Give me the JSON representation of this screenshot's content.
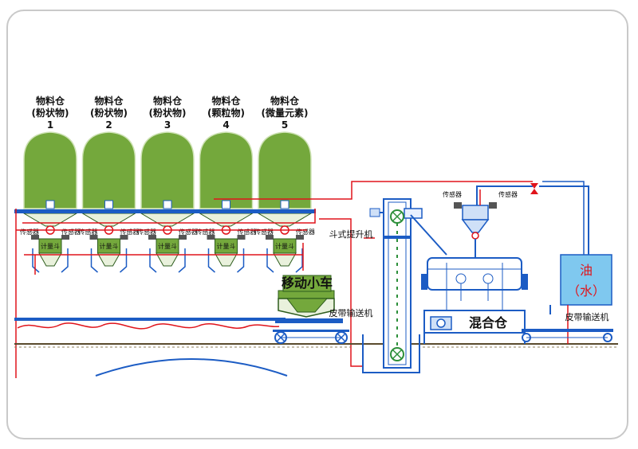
{
  "silos": [
    {
      "name": "物料仓",
      "type": "(粉状物)",
      "num": "1",
      "scale": "计量斗"
    },
    {
      "name": "物料仓",
      "type": "(粉状物)",
      "num": "2",
      "scale": "计量斗"
    },
    {
      "name": "物料仓",
      "type": "(粉状物)",
      "num": "3",
      "scale": "计量斗"
    },
    {
      "name": "物料仓",
      "type": "(颗粒物)",
      "num": "4",
      "scale": "计量斗"
    },
    {
      "name": "物料仓",
      "type": "(微量元素)",
      "num": "5",
      "scale": "计量斗"
    }
  ],
  "sensor_label": "传感器",
  "labels": {
    "bucket_elevator": "斗式提升机",
    "mobile_cart": "移动小车",
    "belt_conveyor_left": "皮带输送机",
    "mixing_bin": "混合仓",
    "oil": "油",
    "water": "（水）",
    "belt_conveyor_right": "皮带输送机"
  },
  "colors": {
    "silo_fill": "#74a83c",
    "blue_line": "#1c5cc4",
    "red_line": "#e0141b",
    "oil_box": "#7fc8ef",
    "cart_top": "#74a83c"
  }
}
